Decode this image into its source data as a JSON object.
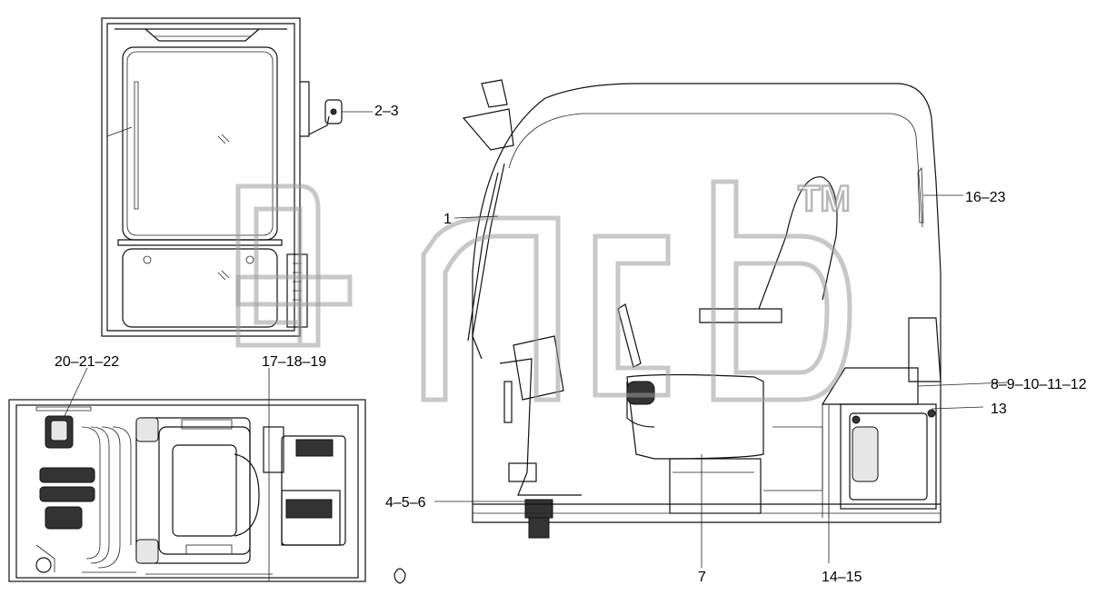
{
  "corner_mark": "",
  "watermark": {
    "logo_text": "",
    "trademark": "TM"
  },
  "callouts": {
    "c_2_3": "2–3",
    "c_1": "1",
    "c_16_23": "16–23",
    "c_20_21_22": "20–21–22",
    "c_17_18_19": "17–18–19",
    "c_8_12": "8–9–10–11–12",
    "c_13": "13",
    "c_4_5_6": "4–5–6",
    "c_7": "7",
    "c_14_15": "14–15"
  }
}
